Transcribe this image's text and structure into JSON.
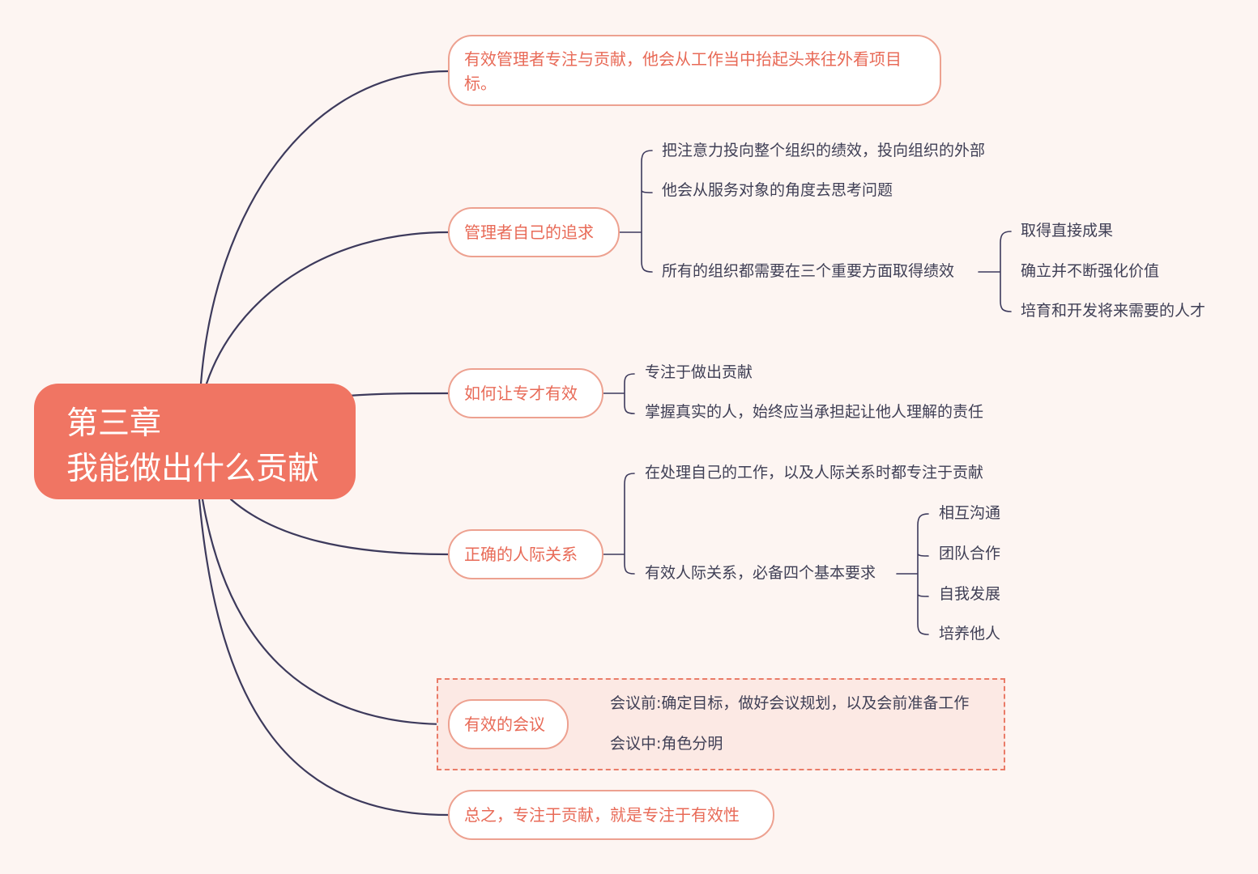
{
  "root": {
    "line1": "第三章",
    "line2": "我能做出什么贡献"
  },
  "branches": [
    {
      "label": "有效管理者专注与贡献，他会从工作当中抬起头来往外看项目标。"
    },
    {
      "label": "管理者自己的追求",
      "children": [
        {
          "label": "把注意力投向整个组织的绩效，投向组织的外部"
        },
        {
          "label": "他会从服务对象的角度去思考问题"
        },
        {
          "label": "所有的组织都需要在三个重要方面取得绩效",
          "children": [
            {
              "label": "取得直接成果"
            },
            {
              "label": "确立并不断强化价值"
            },
            {
              "label": "培育和开发将来需要的人才"
            }
          ]
        }
      ]
    },
    {
      "label": "如何让专才有效",
      "children": [
        {
          "label": "专注于做出贡献"
        },
        {
          "label": "掌握真实的人，始终应当承担起让他人理解的责任"
        }
      ]
    },
    {
      "label": "正确的人际关系",
      "children": [
        {
          "label": "在处理自己的工作，以及人际关系时都专注于贡献"
        },
        {
          "label": "有效人际关系，必备四个基本要求",
          "children": [
            {
              "label": "相互沟通"
            },
            {
              "label": "团队合作"
            },
            {
              "label": "自我发展"
            },
            {
              "label": "培养他人"
            }
          ]
        }
      ]
    },
    {
      "label": "有效的会议",
      "children": [
        {
          "label": "会议前:确定目标，做好会议规划，以及会前准备工作"
        },
        {
          "label": "会议中:角色分明"
        }
      ]
    },
    {
      "label": "总之，专注于贡献，就是专注于有效性"
    }
  ],
  "colors": {
    "background": "#fdf5f2",
    "root_fill": "#f07563",
    "branch_border": "#eda190",
    "branch_text": "#e86a57",
    "connector": "#3d3a5c",
    "leaf_text": "#3f3f55",
    "highlight_fill": "#fce9e4",
    "highlight_border": "#ea7b68"
  }
}
